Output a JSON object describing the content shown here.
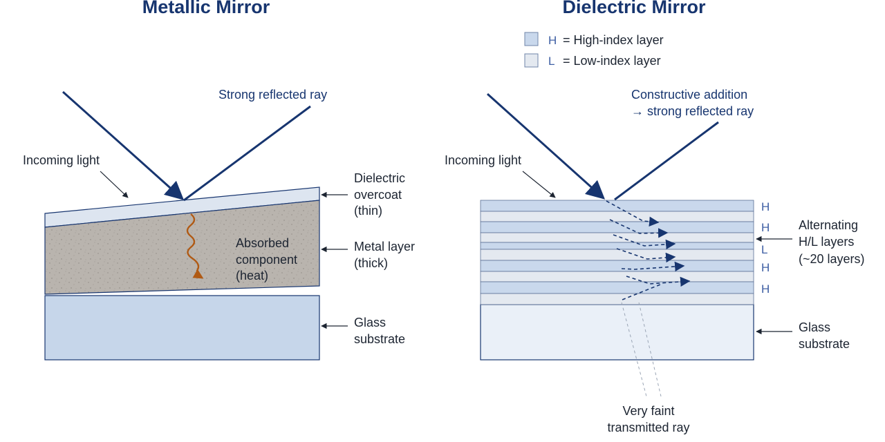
{
  "colors": {
    "navy": "#17356f",
    "text": "#1c2431",
    "metal": "#b9b4ae",
    "overcoat": "#dde5f0",
    "glass_left": "#c6d6ea",
    "glass_right": "#eaf0f8",
    "h_layer": "#c9d8ec",
    "l_layer": "#e4e9f0",
    "heat_arrow": "#b05a14"
  },
  "metallic": {
    "title": "Metallic Mirror",
    "reflected_label": "Strong reflected ray",
    "incoming_label": "Incoming light",
    "overcoat_label": [
      "Dielectric",
      "overcoat",
      "(thin)"
    ],
    "metal_label": [
      "Metal layer",
      "(thick)"
    ],
    "absorbed_label": [
      "Absorbed",
      "component",
      "(heat)"
    ],
    "glass_label": [
      "Glass",
      "substrate"
    ]
  },
  "dielectric": {
    "title": "Dielectric Mirror",
    "legend": [
      {
        "letter": "H",
        "text": "= High-index layer"
      },
      {
        "letter": "L",
        "text": "= Low-index layer"
      }
    ],
    "reflected_label": [
      "Constructive addition",
      "→ strong reflected ray"
    ],
    "incoming_label": "Incoming light",
    "layer_letters": [
      "H",
      "H",
      "L",
      "H",
      "H"
    ],
    "alternating_label": [
      "Alternating",
      "H/L layers",
      "(~20 layers)"
    ],
    "glass_label": [
      "Glass",
      "substrate"
    ],
    "transmitted_label": [
      "Very faint",
      "transmitted ray"
    ]
  }
}
